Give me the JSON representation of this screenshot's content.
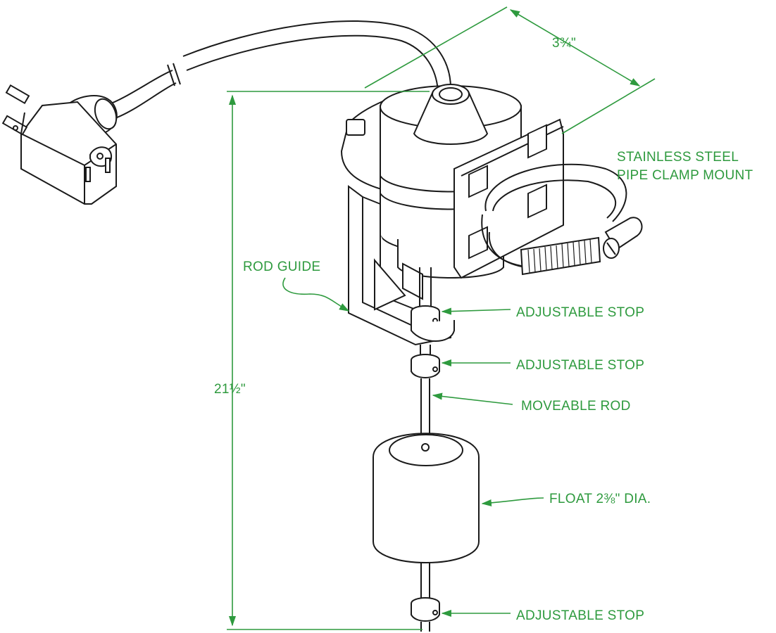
{
  "colors": {
    "annotation": "#2e9a3e",
    "linework": "#1a1a1a"
  },
  "labels": {
    "width_dim": "3¾\"",
    "height_dim": "21½\"",
    "clamp_line1": "STAINLESS STEEL",
    "clamp_line2": "PIPE CLAMP MOUNT",
    "rod_guide": "ROD GUIDE",
    "stop_upper": "ADJUSTABLE STOP",
    "stop_middle": "ADJUSTABLE STOP",
    "moveable_rod": "MOVEABLE ROD",
    "float": "FLOAT 2⅜\" DIA.",
    "stop_bottom": "ADJUSTABLE STOP"
  }
}
